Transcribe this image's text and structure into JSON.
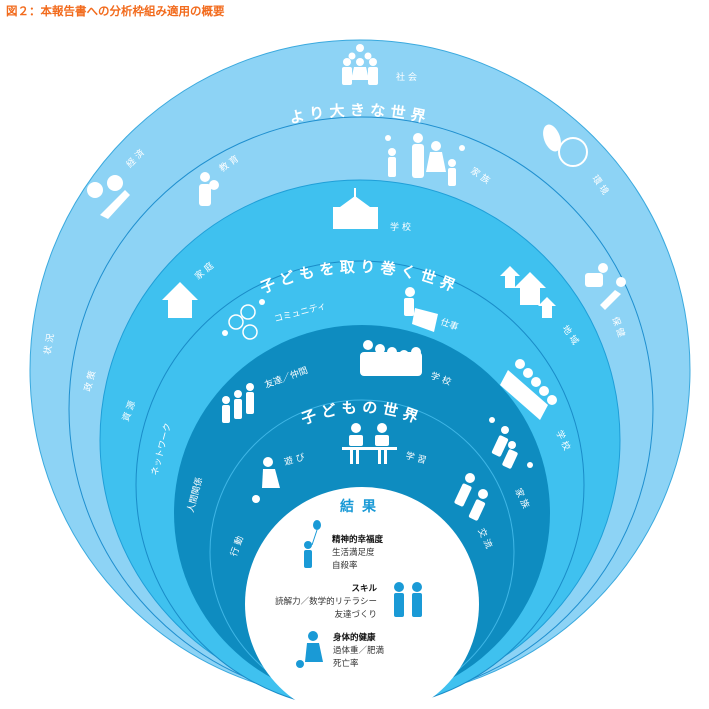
{
  "title": "図２：本報告書への分析枠組み適用の概要",
  "colors": {
    "outer": "#8dd3f5",
    "middle": "#3fc1ef",
    "inner": "#0e8cc0",
    "result": "#1a9ad6",
    "title": "#f26b1d"
  },
  "larger_world": {
    "title": "より大きな世界",
    "items": [
      "社会",
      "経済",
      "教育",
      "家族",
      "環境",
      "保健"
    ],
    "side": [
      "状況",
      "政策",
      "資源"
    ]
  },
  "surrounding_world": {
    "title": "子どもを取り巻く世界",
    "items": [
      "学校",
      "家庭",
      "コミュニティ",
      "仕事",
      "地域",
      "学校"
    ],
    "side": [
      "ネットワーク"
    ]
  },
  "child_world": {
    "title": "子どもの世界",
    "items": [
      "友達／仲間",
      "学校",
      "遊び",
      "学習",
      "家族",
      "交流"
    ],
    "side": [
      "人間関係",
      "行動"
    ]
  },
  "results": {
    "title": "結果",
    "groups": [
      {
        "heading": "精神的幸福度",
        "lines": [
          "生活満足度",
          "自殺率"
        ]
      },
      {
        "heading": "スキル",
        "lines": [
          "読解力／数学的リテラシー",
          "友達づくり"
        ]
      },
      {
        "heading": "身体的健康",
        "lines": [
          "過体重／肥満",
          "死亡率"
        ]
      }
    ]
  }
}
